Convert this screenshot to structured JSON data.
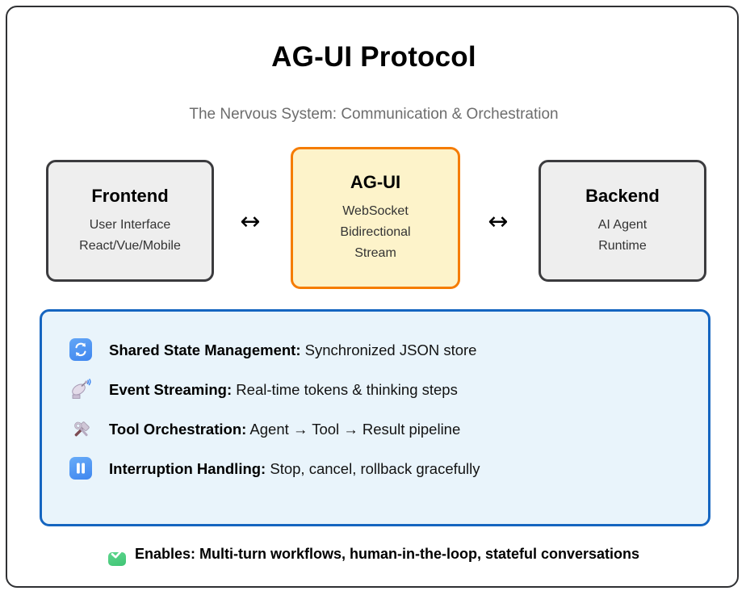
{
  "header": {
    "title": "AG-UI Protocol",
    "subtitle": "The Nervous System: Communication & Orchestration"
  },
  "flow": {
    "left_arrow": "↔",
    "right_arrow": "↔",
    "nodes": [
      {
        "id": "frontend",
        "title": "Frontend",
        "lines": [
          "User Interface",
          "React/Vue/Mobile"
        ],
        "fill": "#eeeeee",
        "border": "#3b3b3e"
      },
      {
        "id": "ag-ui",
        "title": "AG-UI",
        "lines": [
          "WebSocket",
          "Bidirectional",
          "Stream"
        ],
        "fill": "#fdf3ca",
        "border": "#f57c00"
      },
      {
        "id": "backend",
        "title": "Backend",
        "lines": [
          "AI Agent",
          "Runtime"
        ],
        "fill": "#eeeeee",
        "border": "#3b3b3e"
      }
    ]
  },
  "features": {
    "panel_fill": "#e9f4fb",
    "panel_border": "#1565c0",
    "items": [
      {
        "icon": "sync-icon",
        "label": "Shared State Management:",
        "desc": " Synchronized JSON store"
      },
      {
        "icon": "satellite-dish-icon",
        "label": "Event Streaming:",
        "desc": " Real-time tokens & thinking steps"
      },
      {
        "icon": "hammer-and-wrench-icon",
        "label": "Tool Orchestration:",
        "desc": " Agent → Tool → Result pipeline"
      },
      {
        "icon": "pause-icon",
        "label": "Interruption Handling:",
        "desc": " Stop, cancel, rollback gracefully"
      }
    ]
  },
  "footer": {
    "icon": "check-mark-button-icon",
    "text": "Enables: Multi-turn workflows, human-in-the-loop, stateful conversations"
  }
}
